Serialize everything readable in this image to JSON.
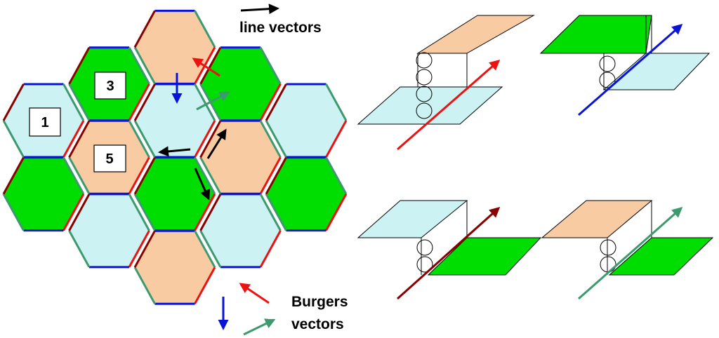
{
  "colors": {
    "light_blue": "#CCF2F4",
    "peach": "#F8CBA3",
    "green": "#00DD00",
    "red_vector": "#EE1111",
    "blue_vector": "#0A14D8",
    "teal_vector": "#3C9A6E",
    "dark_red_vector": "#880000",
    "black_vector": "#000000"
  },
  "hex_labels": [
    "1",
    "3",
    "5"
  ],
  "legend": {
    "line_vectors": "line vectors",
    "burgers_line1": "Burgers",
    "burgers_line2": "vectors"
  }
}
